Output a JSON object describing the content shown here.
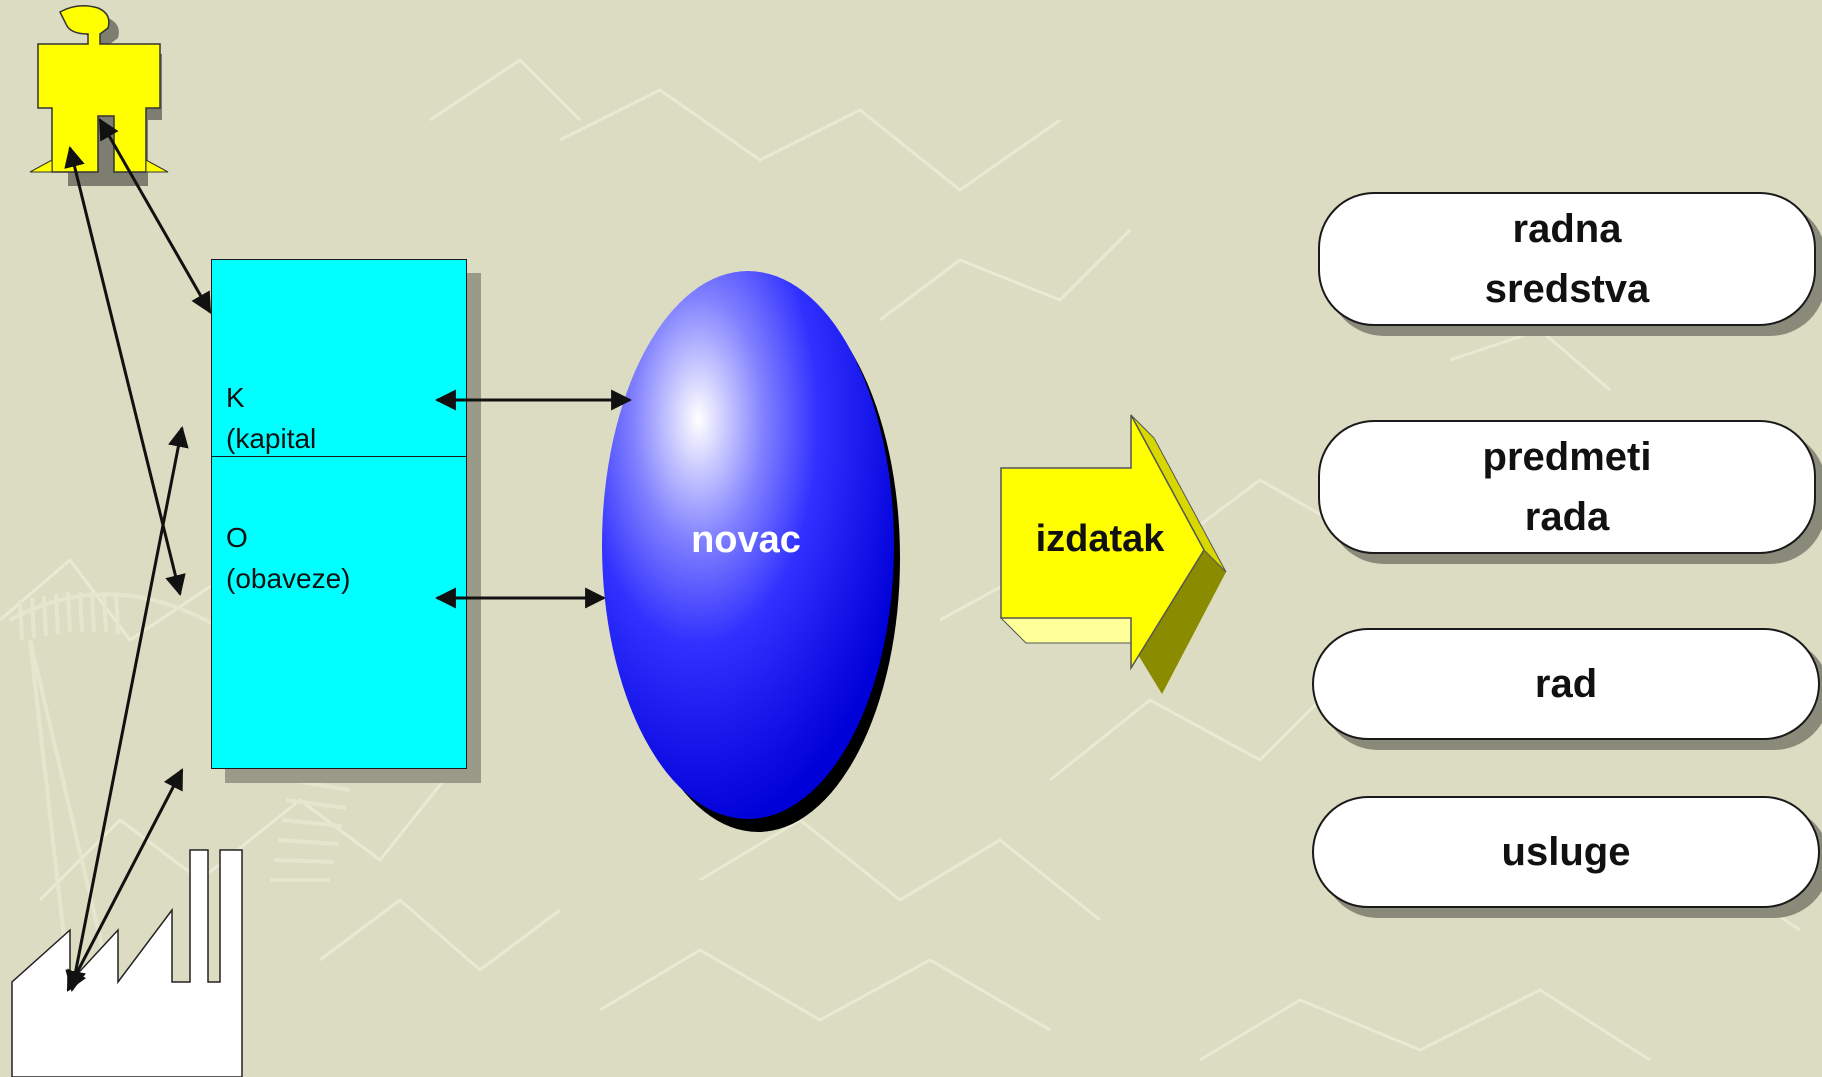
{
  "ledger": {
    "capital_code": "K",
    "capital_label": "(kapital",
    "liabilities_code": "O",
    "liabilities_label": "(obaveze)"
  },
  "money": {
    "label": "novac"
  },
  "expense": {
    "label": "izdatak"
  },
  "outputs": [
    {
      "line1": "radna",
      "line2": "sredstva"
    },
    {
      "line1": "predmeti",
      "line2": "rada"
    },
    {
      "line1": "rad",
      "line2": ""
    },
    {
      "line1": "usluge",
      "line2": ""
    }
  ],
  "colors": {
    "background": "#dcdcc2",
    "ledger_fill": "#00ffff",
    "money_fill": "#0000ff",
    "expense_fill": "#ffff00",
    "person_fill": "#ffff00",
    "factory_fill": "#ffffff"
  }
}
